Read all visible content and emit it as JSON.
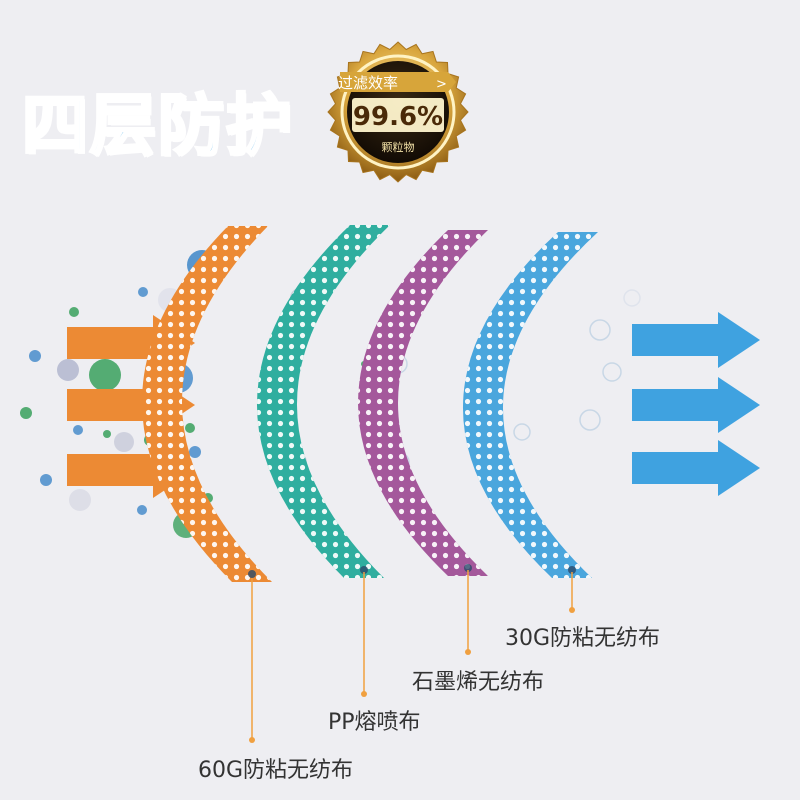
{
  "heading": "四层防护",
  "badge": {
    "top_text": "过滤效率",
    "value": "99.6%",
    "bottom_text": "颗粒物"
  },
  "layers": [
    {
      "label": "60G防粘无纺布",
      "color": "#ec8a34"
    },
    {
      "label": "PP熔喷布",
      "color": "#2fae9f"
    },
    {
      "label": "石墨烯无纺布",
      "color": "#a4589b"
    },
    {
      "label": "30G防粘无纺布",
      "color": "#4aa6dd"
    }
  ],
  "arrows": {
    "incoming_color": "#ec8a34",
    "outgoing_color": "#3fa2e0"
  },
  "colors": {
    "leader_line": "#f0a040",
    "gold": "#d7a53a"
  }
}
